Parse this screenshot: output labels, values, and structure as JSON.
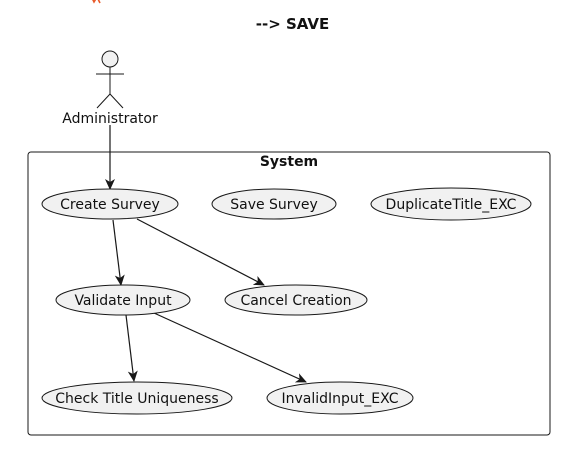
{
  "diagram": {
    "title": "--> SAVE",
    "top_fragment": "",
    "actor": {
      "label": "Administrator"
    },
    "system": {
      "label": "System"
    },
    "use_cases": {
      "create_survey": "Create Survey",
      "save_survey": "Save Survey",
      "duplicate_title_exc": "DuplicateTitle_EXC",
      "validate_input": "Validate Input",
      "cancel_creation": "Cancel Creation",
      "check_title_uniqueness": "Check Title Uniqueness",
      "invalid_input_exc": "InvalidInput_EXC"
    },
    "relations": [
      {
        "from": "Administrator",
        "to": "Create Survey"
      },
      {
        "from": "Create Survey",
        "to": "Validate Input"
      },
      {
        "from": "Create Survey",
        "to": "Cancel Creation"
      },
      {
        "from": "Validate Input",
        "to": "Check Title Uniqueness"
      },
      {
        "from": "Validate Input",
        "to": "InvalidInput_EXC"
      }
    ],
    "colors": {
      "usecase_fill": "#f1f1f1",
      "stroke": "#181818",
      "background": "#ffffff"
    }
  }
}
